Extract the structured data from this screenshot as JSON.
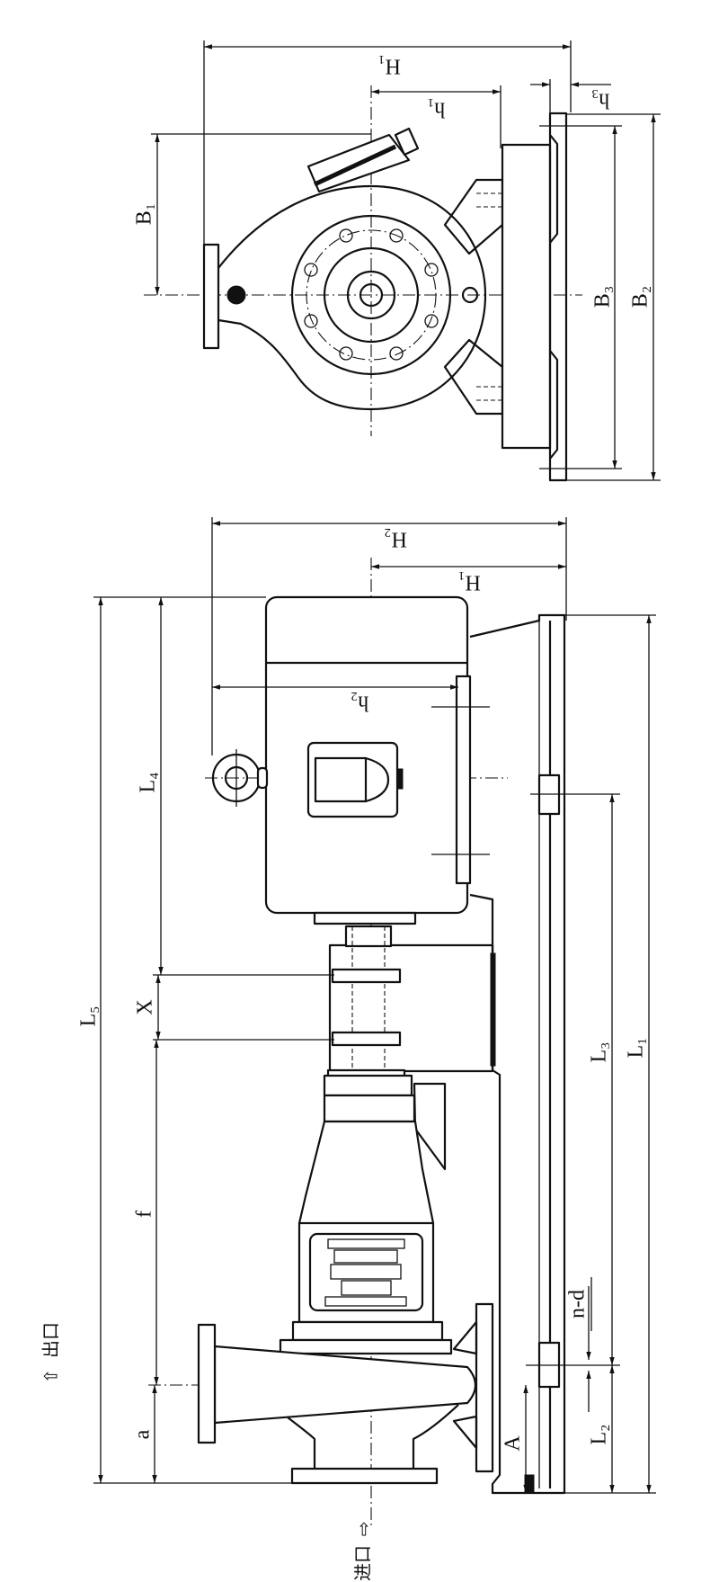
{
  "end_view": {
    "labels": {
      "H1": "H₁",
      "h1": "h₁",
      "h3": "h₃",
      "B1": "B₁",
      "B2": "B₂",
      "B3": "B₃"
    }
  },
  "side_view": {
    "labels": {
      "H2": "H₂",
      "H1": "H₁",
      "h2": "h₂",
      "L1": "L₁",
      "L2": "L₂",
      "L3": "L₃",
      "L4": "L₄",
      "L5": "L₅",
      "X": "X",
      "f": "f",
      "a": "a",
      "A": "A",
      "nd": "n-d"
    },
    "outlet": {
      "arrow": "⇧",
      "label": "出口"
    },
    "inlet": {
      "arrow": "⇧",
      "label": "进口"
    }
  }
}
